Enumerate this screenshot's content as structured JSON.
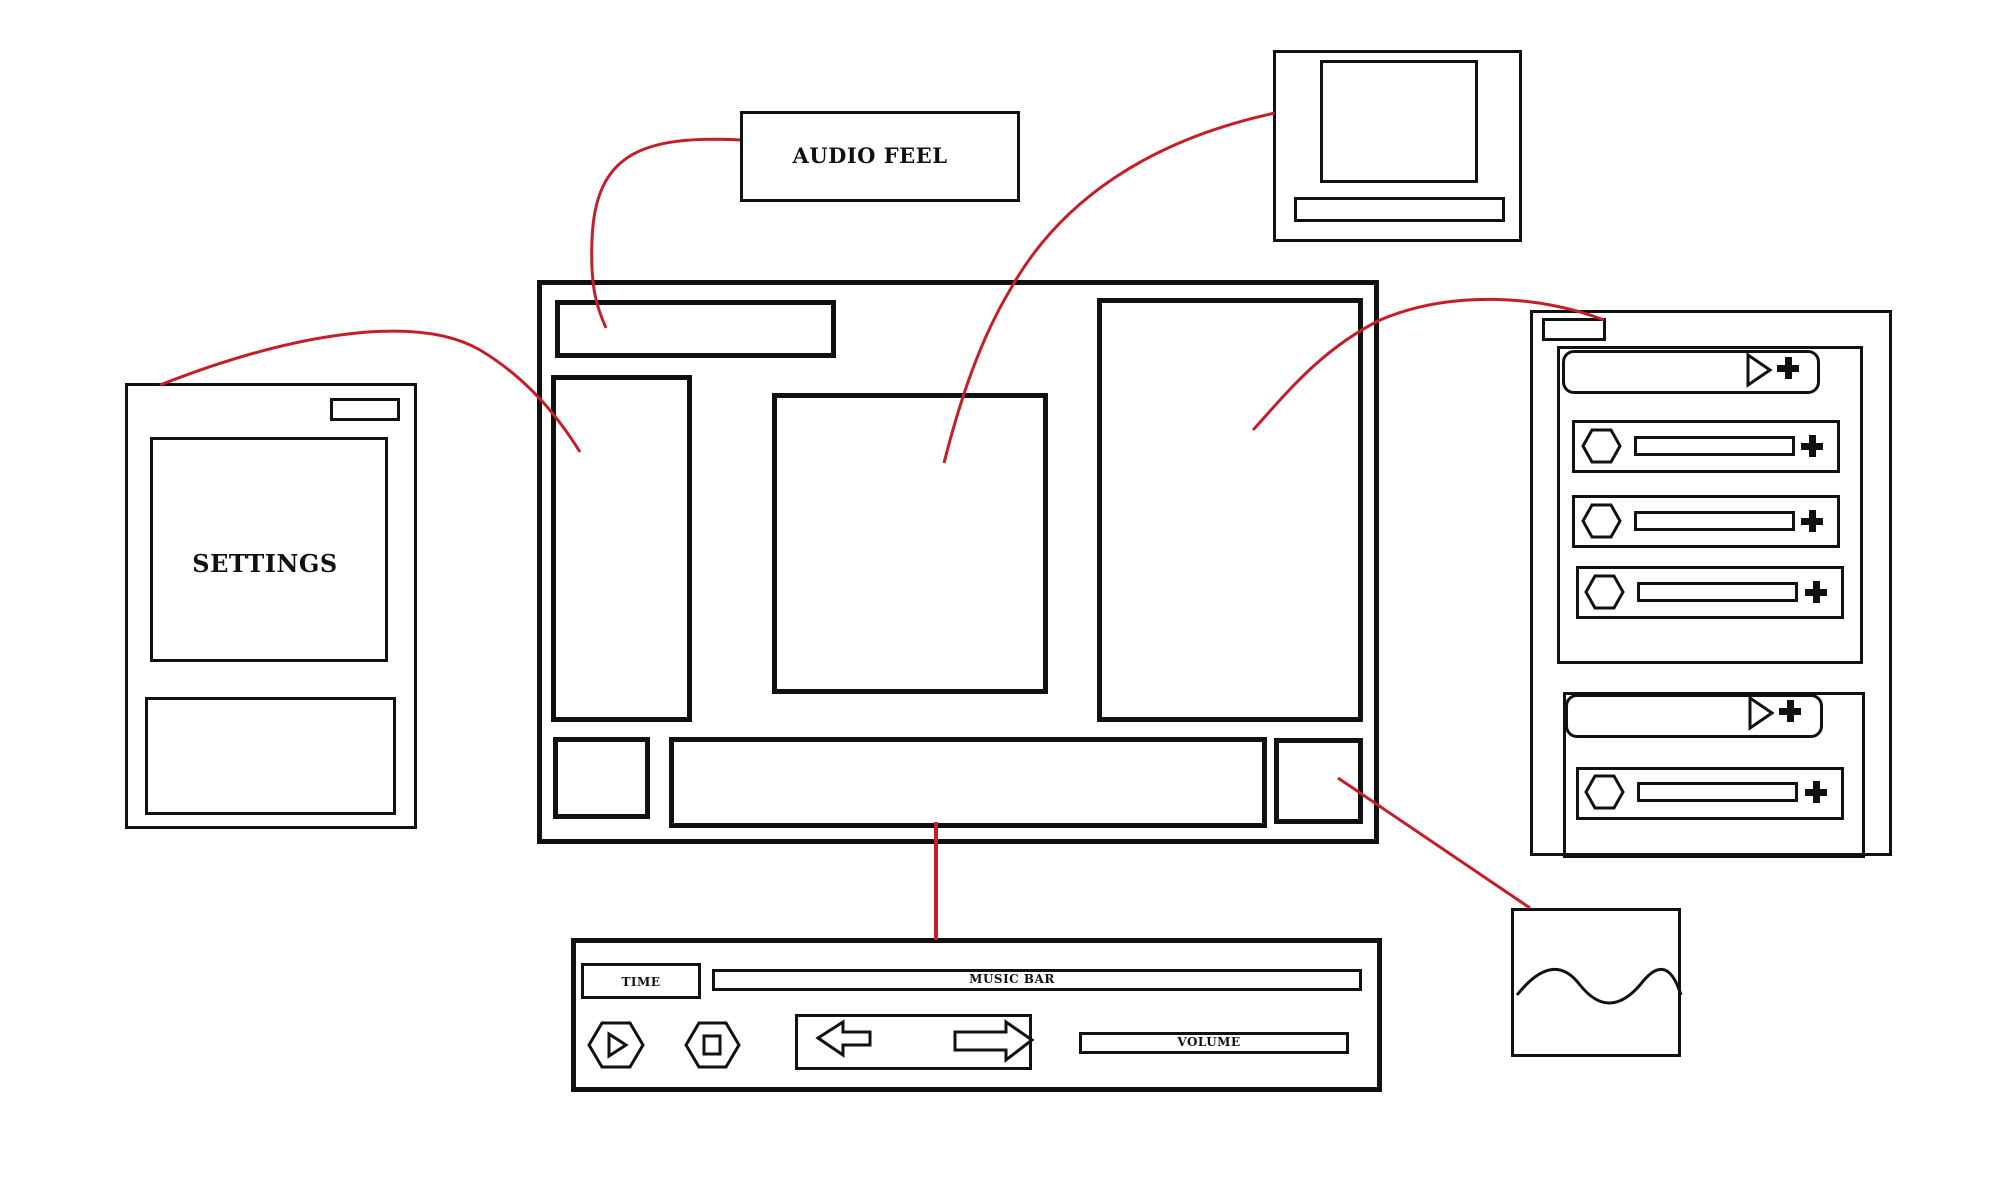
{
  "labels": {
    "audio_feel": "AUDIO FEEL",
    "settings": "SETTINGS",
    "time": "TIME",
    "music_bar": "MUSIC BAR",
    "volume": "VOLUME"
  },
  "colors": {
    "connector": "#c41e2a",
    "stroke": "#111111",
    "background": "#ffffff"
  },
  "icons": {
    "play": "play-icon",
    "stop": "stop-icon",
    "prev": "arrow-left-icon",
    "next": "arrow-right-icon",
    "add": "plus-icon",
    "track": "hexagon-icon",
    "wave": "sine-wave-icon"
  }
}
